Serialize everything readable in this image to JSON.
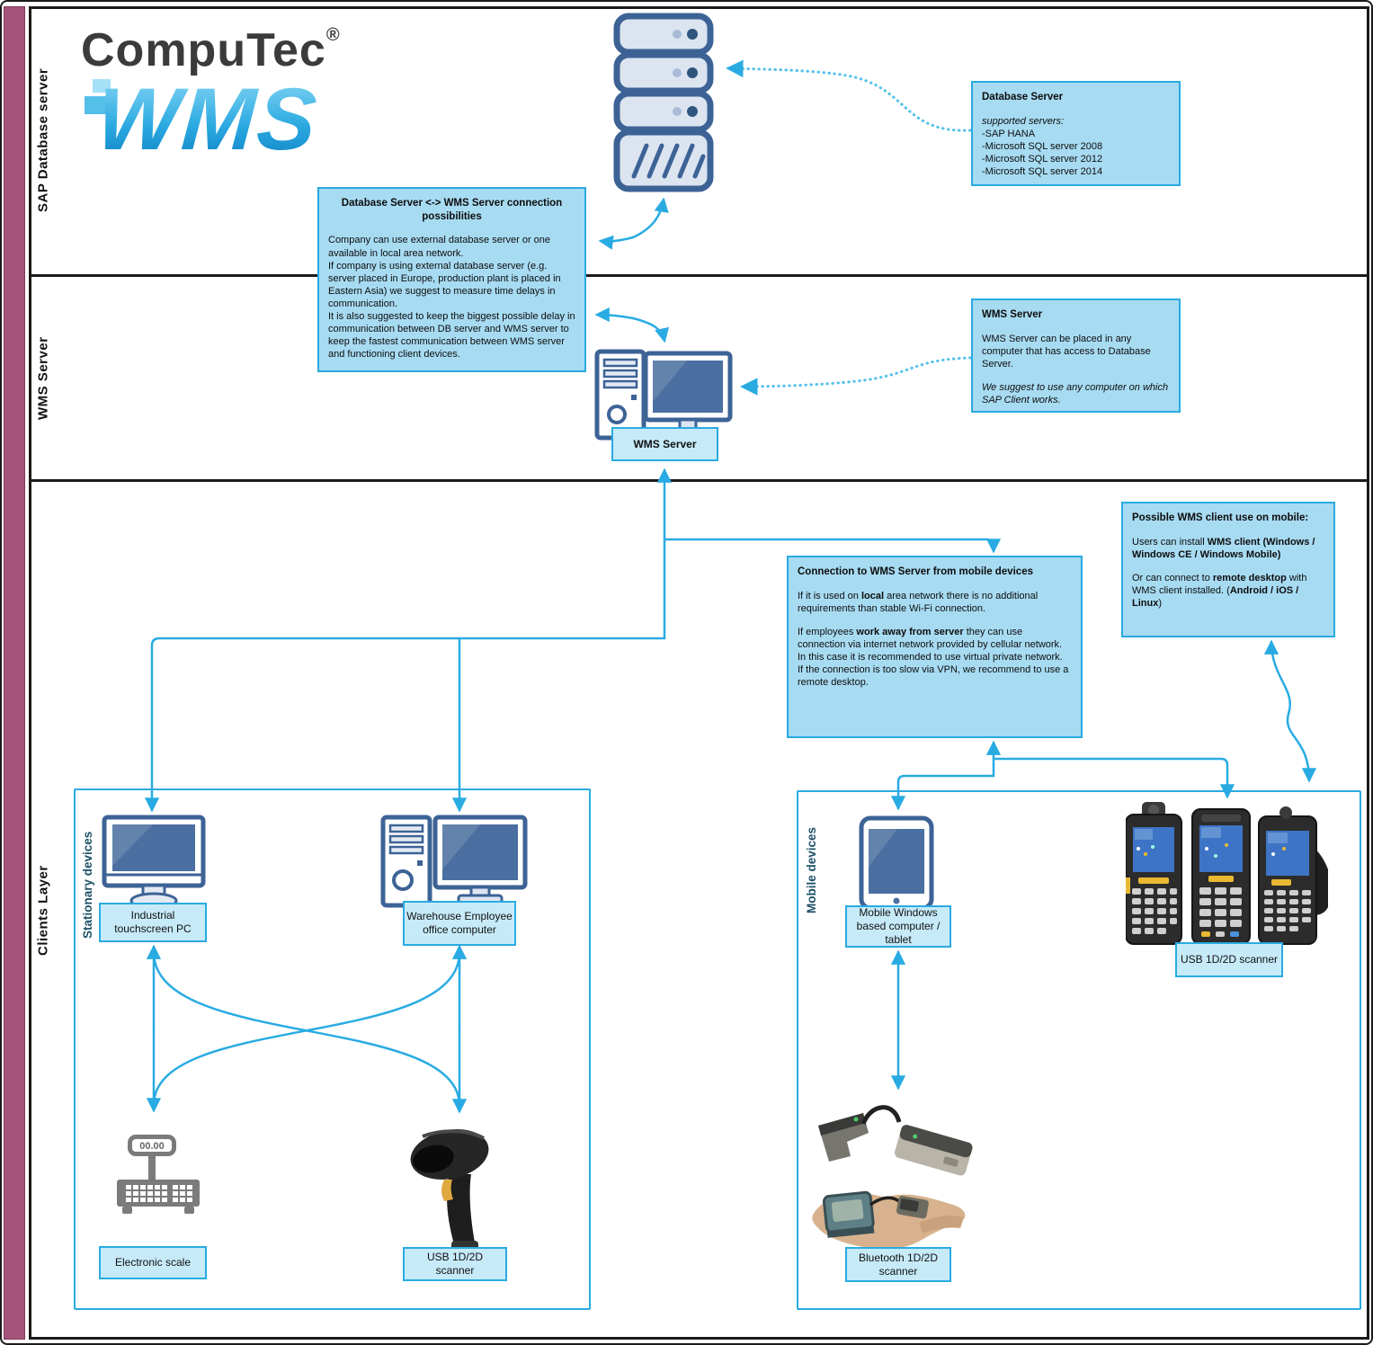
{
  "logo": {
    "brand": "CompuTec",
    "reg": "®",
    "product": "WMS"
  },
  "layers": {
    "db": "SAP Database server",
    "wms": "WMS Server",
    "clients": "Clients Layer"
  },
  "groups": {
    "stationary": "Stationary devices",
    "mobile": "Mobile devices"
  },
  "boxes": {
    "db_info": {
      "title": "Database Server",
      "supported": "supported servers:",
      "items": [
        "-SAP HANA",
        "-Microsoft SQL server 2008",
        "-Microsoft SQL server 2012",
        "-Microsoft SQL server 2014"
      ]
    },
    "conn_possibilities": {
      "title": "Database Server <-> WMS Server connection possibilities",
      "p1": "Company can use external database server or one available in local area network.",
      "p2": "If company is using external database server (e.g. server placed in Europe, production plant is placed in Eastern Asia) we suggest to measure time delays in communication.",
      "p3": "It is also suggested to keep the biggest possible delay in communication between DB server and WMS server to keep the fastest communication between WMS server and functioning client devices."
    },
    "wms_info": {
      "title": "WMS Server",
      "p1": "WMS Server can be placed in any computer that has access to Database Server.",
      "p2": "We suggest to use any computer on which SAP Client works."
    },
    "mobile_client": {
      "title": "Possible WMS client use on mobile:",
      "p1": [
        {
          "t": "Users can install "
        },
        {
          "t": "WMS client",
          "b": true
        },
        {
          "t": " "
        },
        {
          "t": "(Windows /  Windows CE / Windows Mobile)",
          "b": true
        }
      ],
      "p2": [
        {
          "t": "Or can connect to "
        },
        {
          "t": "remote desktop",
          "b": true
        },
        {
          "t": " with WMS client installed. ("
        },
        {
          "t": "Android / iOS / Linux",
          "b": true
        },
        {
          "t": ")"
        }
      ]
    },
    "mobile_conn": {
      "title": "Connection to WMS Server from mobile devices",
      "p1": [
        {
          "t": "If it is used on "
        },
        {
          "t": "local",
          "b": true
        },
        {
          "t": " area network there is no additional requirements than stable Wi-Fi connection."
        }
      ],
      "p2": [
        {
          "t": "If employees "
        },
        {
          "t": "work away from server",
          "b": true
        },
        {
          "t": " they can use connection via internet network provided by cellular network. In this case it is recommended to use virtual private network."
        }
      ],
      "p3": [
        {
          "t": "If the connection is too slow via VPN, we recommend to use a remote desktop."
        }
      ]
    }
  },
  "device_labels": {
    "wms_server": "WMS Server",
    "industrial_pc": "Industrial touchscreen PC",
    "office_pc": "Warehouse Employee office computer",
    "electronic_scale": "Electronic scale",
    "usb_scanner": "USB 1D/2D scanner",
    "tablet": "Mobile Windows based computer / tablet",
    "usb_scanner_mobile": "USB 1D/2D scanner",
    "bt_scanner": "Bluetooth 1D/2D scanner"
  },
  "icons": {
    "scale_display": "00.00",
    "names": [
      "database-server-icon",
      "wms-server-computer-icon",
      "touchscreen-pc-icon",
      "office-computer-icon",
      "tablet-icon",
      "electronic-scale-icon",
      "usb-scanner-icon",
      "mobile-terminals-icon",
      "bluetooth-scanner-icon"
    ]
  },
  "colors": {
    "accent": "#29ABE2",
    "dotted_line": "#53C1EA",
    "info_fill": "#A7DBF2",
    "label_fill": "#C6EAF8",
    "maroon": "#A4547A",
    "icon_stroke": "#3D6396",
    "screen_blue": "#4A6FA0",
    "frame_black": "#1A1A1A",
    "logo_gray": "#3B3B3B",
    "group_label": "#1D5068"
  }
}
